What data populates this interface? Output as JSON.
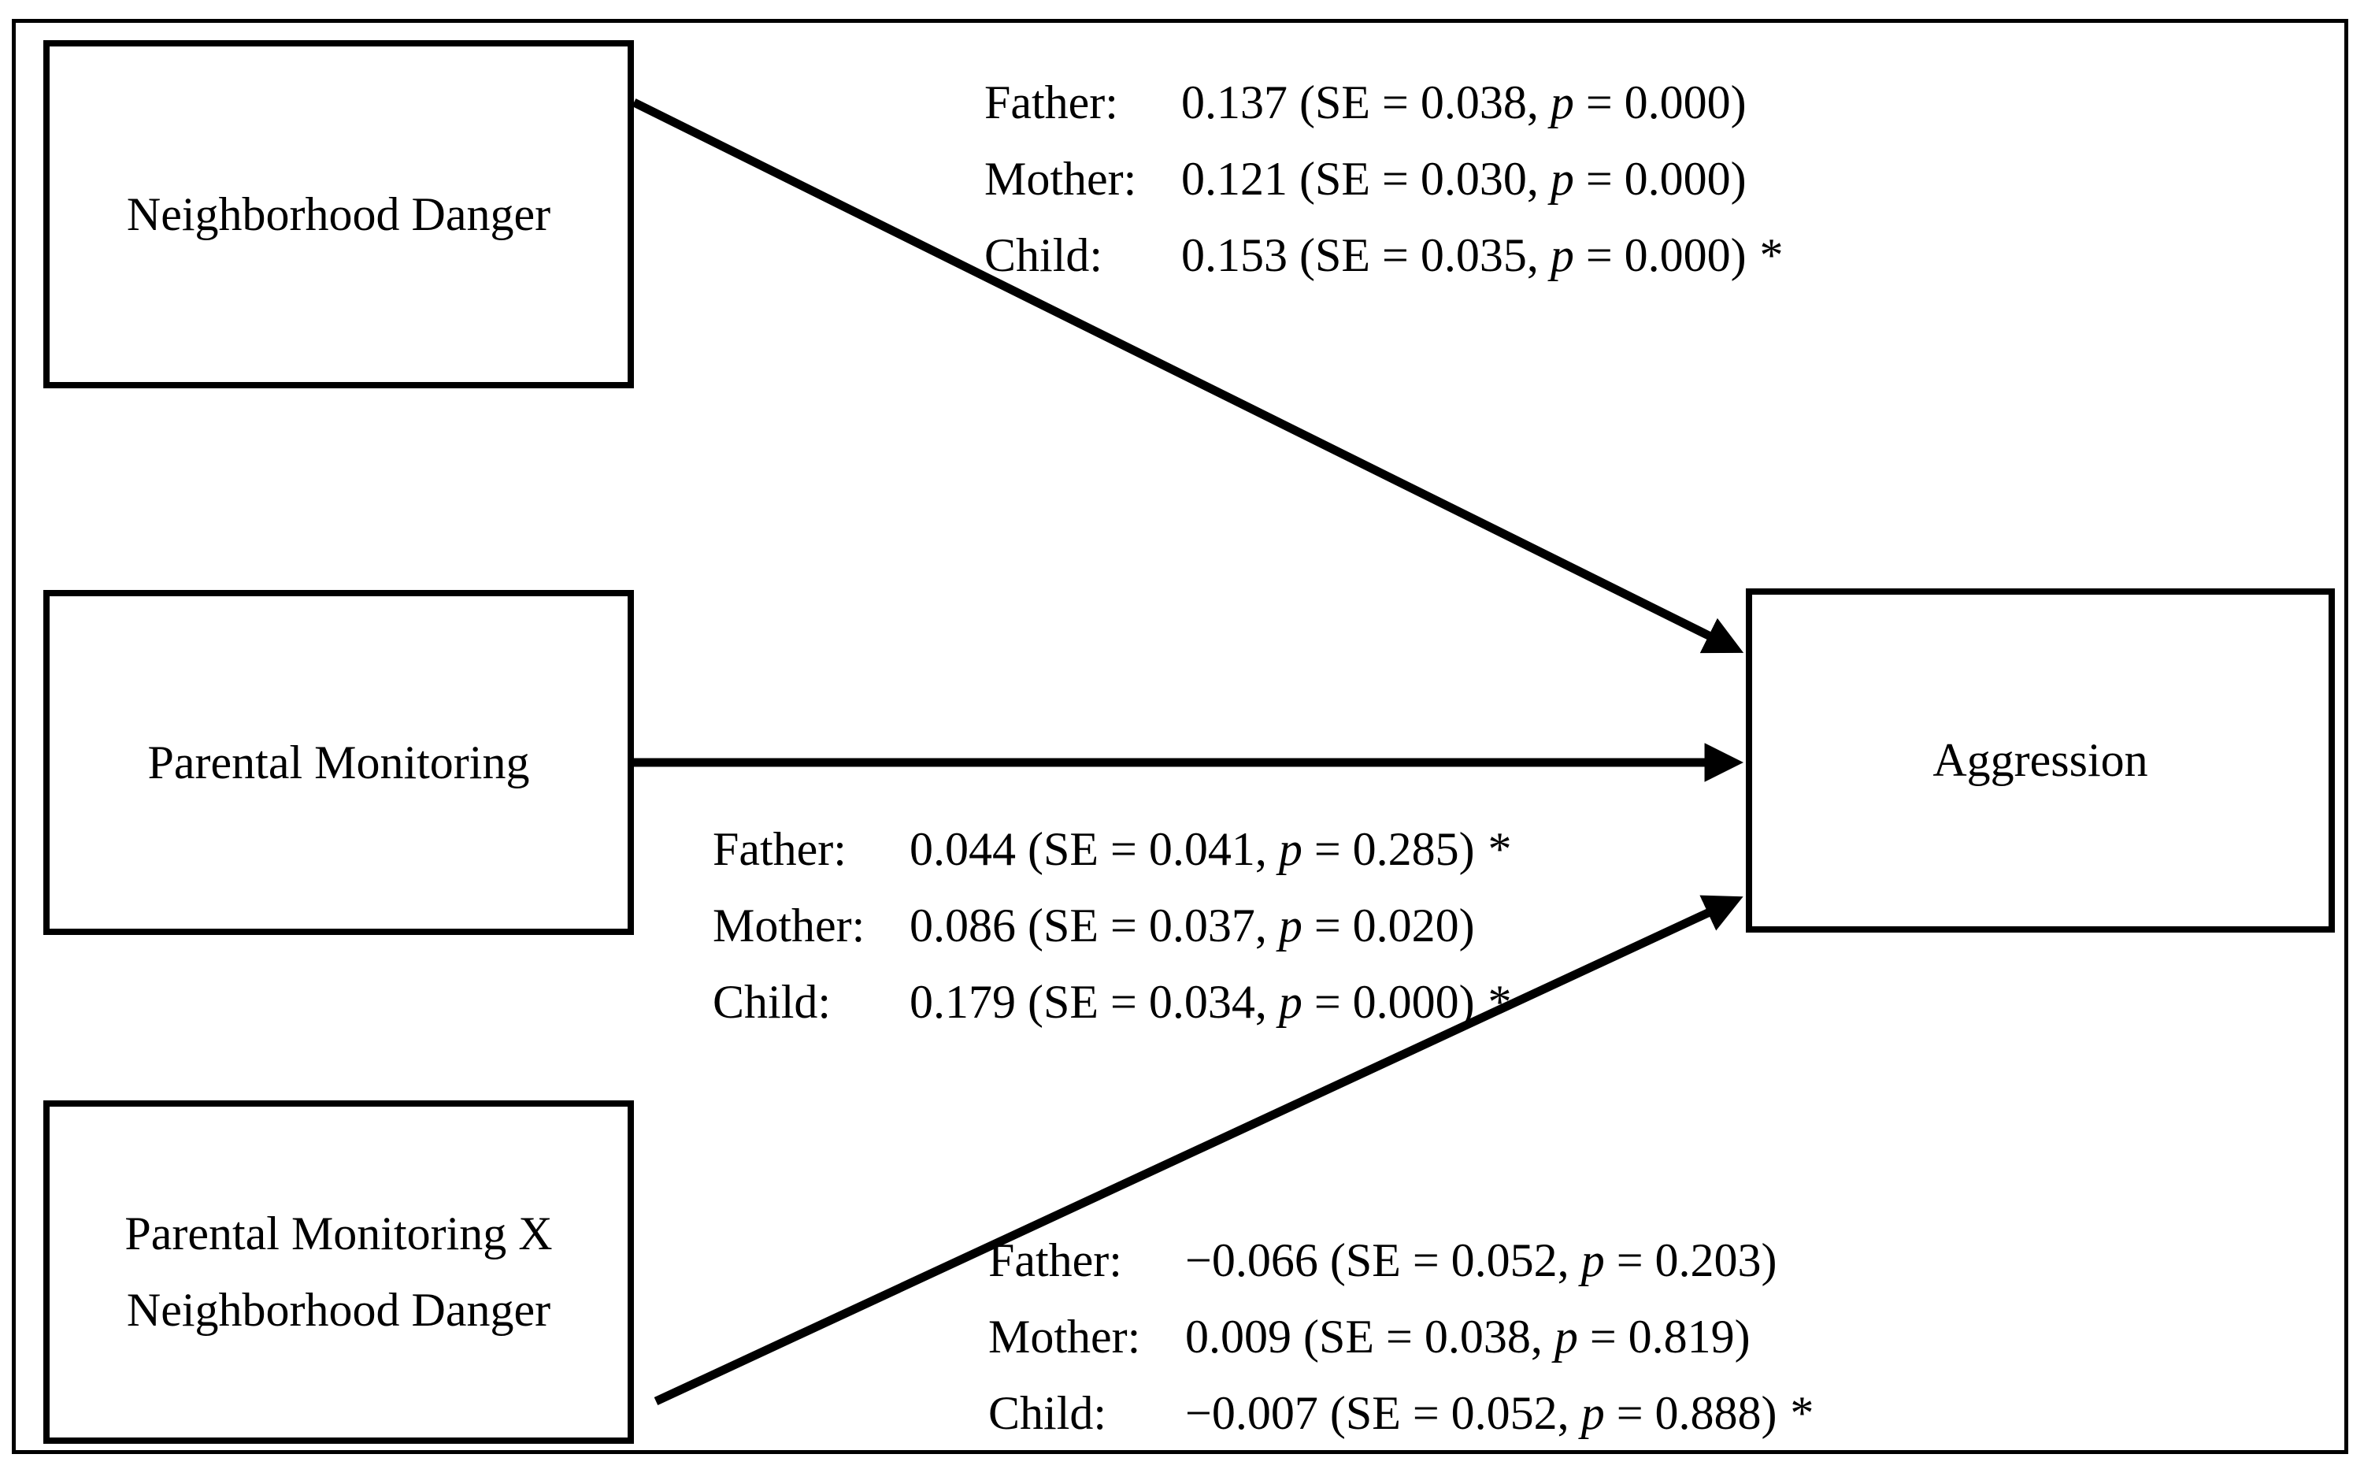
{
  "colors": {
    "background": "#ffffff",
    "ink": "#000000"
  },
  "boxes": {
    "neighborhood_danger": {
      "label": "Neighborhood Danger"
    },
    "parental_monitoring": {
      "label": "Parental Monitoring"
    },
    "interaction": {
      "line1": "Parental Monitoring X",
      "line2": "Neighborhood Danger"
    },
    "aggression": {
      "label": "Aggression"
    }
  },
  "edges": [
    {
      "from": "Neighborhood Danger",
      "to": "Aggression",
      "stats_block": 0
    },
    {
      "from": "Parental Monitoring",
      "to": "Aggression",
      "stats_block": 1
    },
    {
      "from": "Parental Monitoring X Neighborhood Danger",
      "to": "Aggression",
      "stats_block": 2
    }
  ],
  "stats_blocks": [
    {
      "rows": [
        {
          "label": "Father:",
          "pre": "0.137 (SE = 0.038, ",
          "pvar": "p",
          "post": " = 0.000)",
          "star": ""
        },
        {
          "label": "Mother:",
          "pre": "0.121 (SE = 0.030, ",
          "pvar": "p",
          "post": " = 0.000)",
          "star": ""
        },
        {
          "label": "Child:",
          "pre": "0.153 (SE = 0.035, ",
          "pvar": "p",
          "post": " = 0.000)",
          "star": "*"
        }
      ]
    },
    {
      "rows": [
        {
          "label": "Father:",
          "pre": "0.044 (SE = 0.041, ",
          "pvar": "p",
          "post": " = 0.285)",
          "star": "*"
        },
        {
          "label": "Mother:",
          "pre": "0.086 (SE = 0.037, ",
          "pvar": "p",
          "post": " = 0.020)",
          "star": ""
        },
        {
          "label": "Child:",
          "pre": "0.179 (SE = 0.034, ",
          "pvar": "p",
          "post": " = 0.000)",
          "star": "*"
        }
      ]
    },
    {
      "rows": [
        {
          "label": "Father:",
          "pre": "−0.066 (SE = 0.052, ",
          "pvar": "p",
          "post": " = 0.203)",
          "star": ""
        },
        {
          "label": "Mother:",
          "pre": "0.009 (SE = 0.038, ",
          "pvar": "p",
          "post": " = 0.819)",
          "star": ""
        },
        {
          "label": "Child:",
          "pre": "−0.007 (SE = 0.052, ",
          "pvar": "p",
          "post": " = 0.888)",
          "star": "*"
        }
      ]
    }
  ]
}
